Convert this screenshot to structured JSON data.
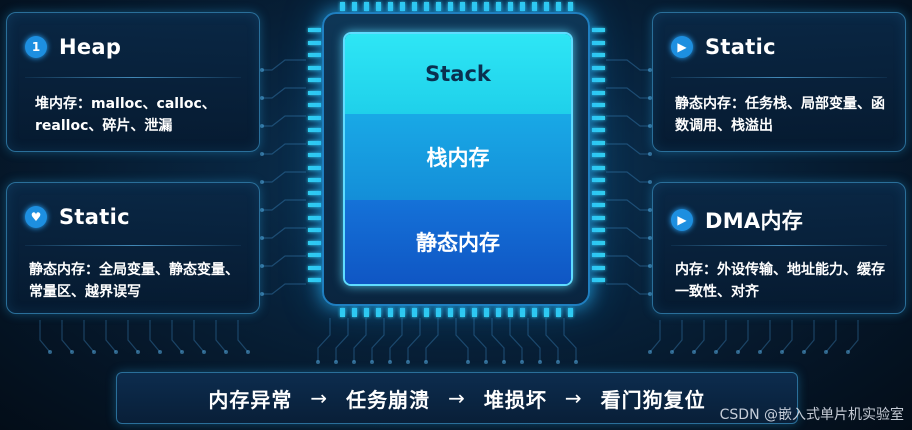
{
  "cards": {
    "heap": {
      "badge": "1",
      "title": "Heap",
      "desc": "堆内存：malloc、calloc、realloc、碎片、泄漏",
      "icon": "number-one-icon"
    },
    "static_left": {
      "badge": "♥",
      "title": "Static",
      "desc": "静态内存：全局变量、静态变量、常量区、越界误写",
      "icon": "shield-heart-icon"
    },
    "static_right": {
      "badge": "▶",
      "title": "Static",
      "desc": "静态内存：任务栈、局部变量、函数调用、栈溢出",
      "icon": "play-icon"
    },
    "dma": {
      "badge": "▶",
      "title": "DMA内存",
      "desc": "内存：外设传输、地址能力、缓存一致性、对齐",
      "icon": "play-icon"
    }
  },
  "chip": {
    "layers": [
      "Stack",
      "栈内存",
      "静态内存"
    ]
  },
  "banner": {
    "steps": [
      "内存异常",
      "任务崩溃",
      "堆损坏",
      "看门狗复位"
    ],
    "arrow": "→"
  },
  "watermark": "CSDN @嵌入式单片机实验室",
  "colors": {
    "accent": "#34d4f2",
    "chip_top": "#2ee6f5",
    "chip_mid": "#19a9e6",
    "chip_bottom": "#1572d8",
    "badge": "#1d8fe0"
  }
}
